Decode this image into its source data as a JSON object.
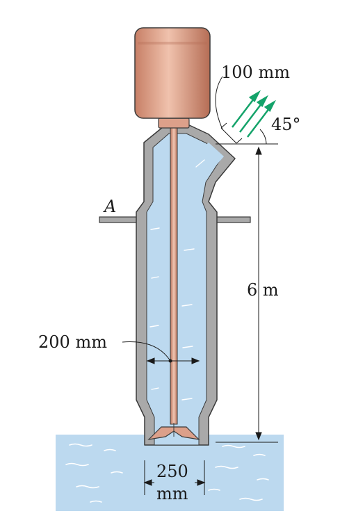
{
  "labels": {
    "nozzle_diameter": "100 mm",
    "jet_angle": "45°",
    "point_a": "A",
    "height": "6 m",
    "pipe_diameter": "200 mm",
    "inlet_diameter_value": "250",
    "inlet_diameter_unit": "mm"
  },
  "colors": {
    "water": "#bcd9ef",
    "casing": "#a9a9a9",
    "casing_stroke": "#3a3a3a",
    "motor": "#dca08a",
    "shaft": "#cf8f73",
    "jet_arrows": "#14a36a"
  }
}
